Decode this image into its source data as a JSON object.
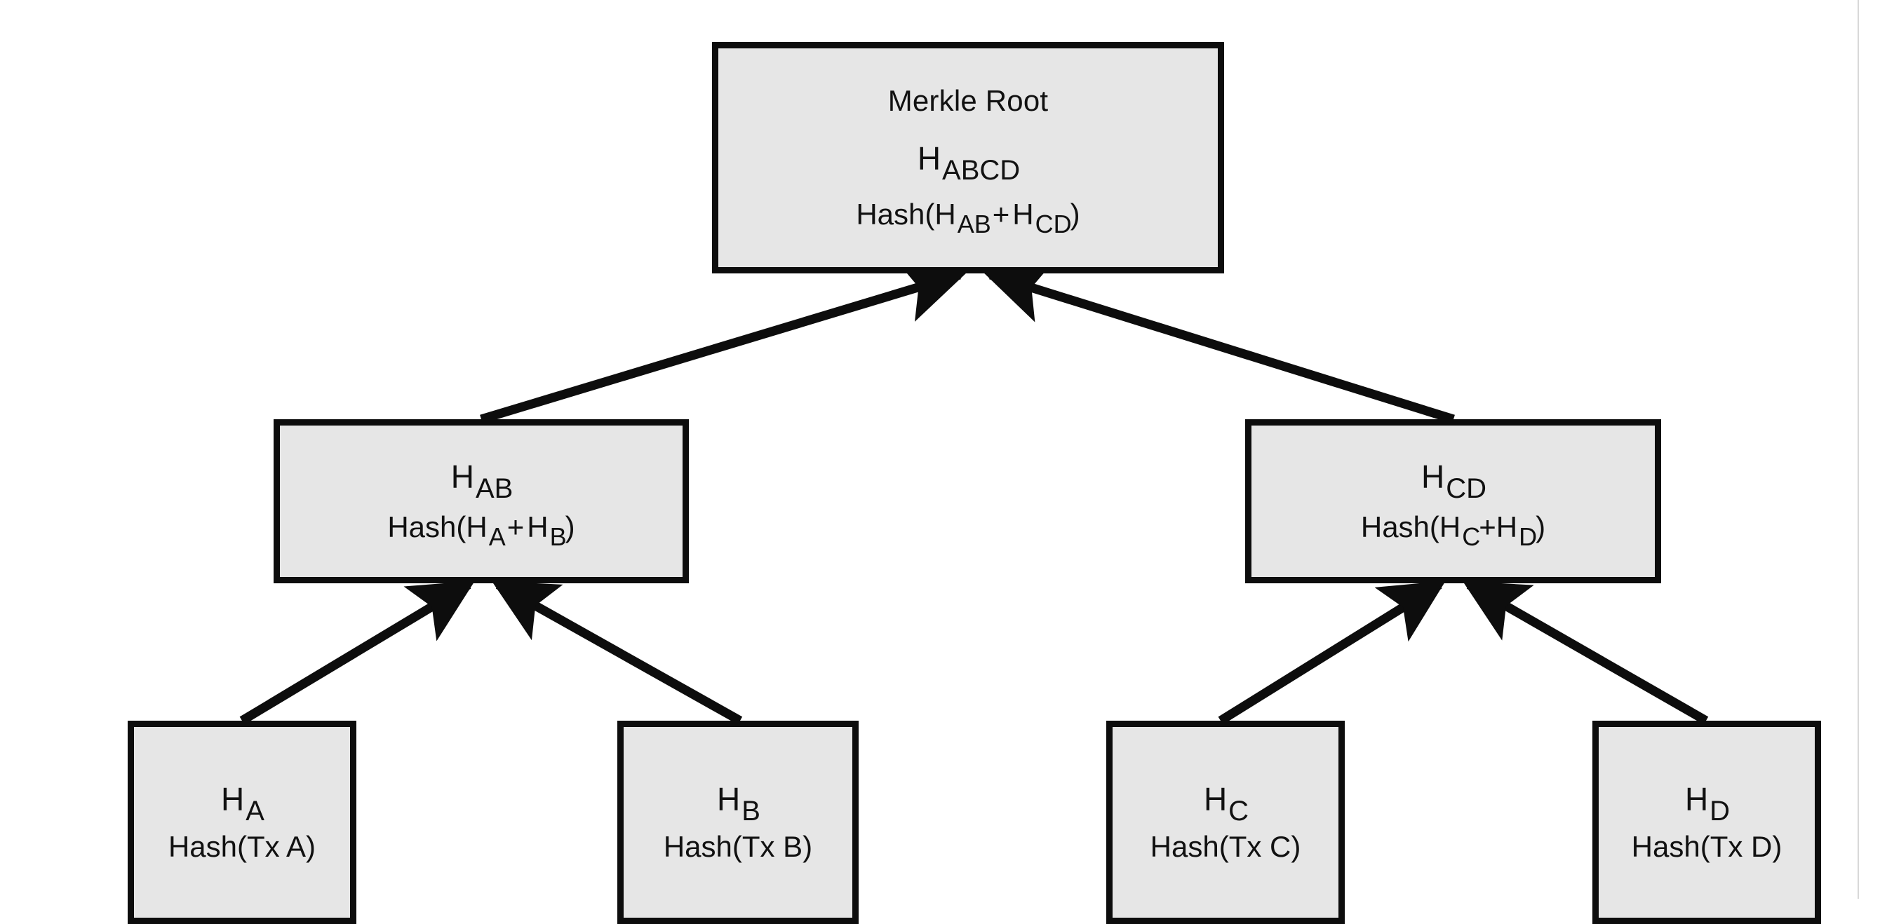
{
  "diagram": {
    "type": "merkle-tree",
    "title_node": "Merkle Root",
    "colors": {
      "box_fill": "#e6e6e6",
      "box_border": "#0d0d0d",
      "arrow": "#0d0d0d",
      "background": "#ffffff",
      "text": "#111111"
    },
    "root": {
      "label": "Merkle Root",
      "hash_symbol": "H",
      "hash_subscript": "ABCD",
      "formula_prefix": "Hash(",
      "formula_left_symbol": "H",
      "formula_left_subscript": "AB",
      "formula_operator": "+",
      "formula_right_symbol": "H",
      "formula_right_subscript": "CD",
      "formula_suffix": ")"
    },
    "intermediate": [
      {
        "hash_symbol": "H",
        "hash_subscript": "AB",
        "formula_prefix": "Hash(",
        "formula_left_symbol": "H",
        "formula_left_subscript": "A",
        "formula_operator": "+",
        "formula_right_symbol": "H",
        "formula_right_subscript": "B",
        "formula_suffix": ")"
      },
      {
        "hash_symbol": "H",
        "hash_subscript": "CD",
        "formula_prefix": "Hash(",
        "formula_left_symbol": "H",
        "formula_left_subscript": "C",
        "formula_operator": "+",
        "formula_right_symbol": "H",
        "formula_right_subscript": "D",
        "formula_suffix": ")"
      }
    ],
    "leaves": [
      {
        "hash_symbol": "H",
        "hash_subscript": "A",
        "formula": "Hash(Tx A)"
      },
      {
        "hash_symbol": "H",
        "hash_subscript": "B",
        "formula": "Hash(Tx B)"
      },
      {
        "hash_symbol": "H",
        "hash_subscript": "C",
        "formula": "Hash(Tx C)"
      },
      {
        "hash_symbol": "H",
        "hash_subscript": "D",
        "formula": "Hash(Tx D)"
      }
    ]
  }
}
